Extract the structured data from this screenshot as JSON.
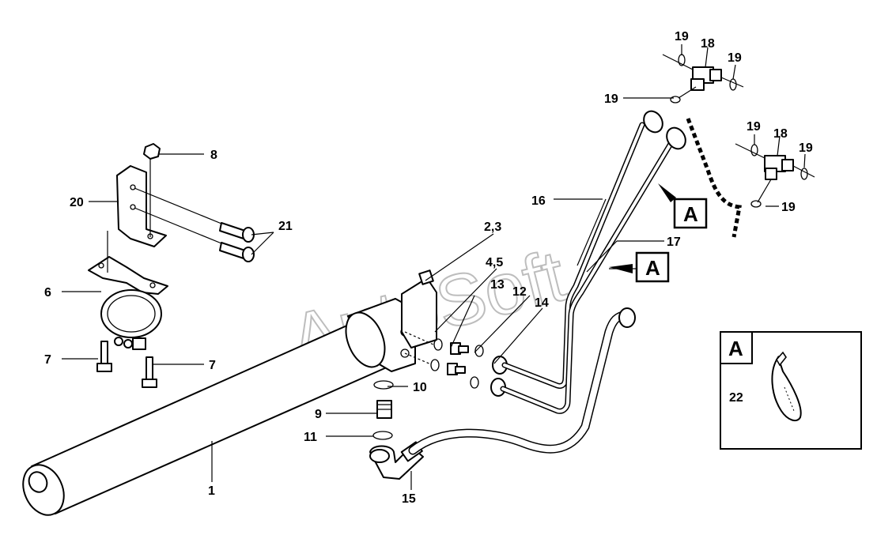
{
  "watermark": "AutoSoft",
  "callouts": {
    "c1": "1",
    "c23": "2,3",
    "c45": "4,5",
    "c6": "6",
    "c7a": "7",
    "c7b": "7",
    "c8": "8",
    "c9": "9",
    "c10": "10",
    "c11": "11",
    "c12": "12",
    "c13": "13",
    "c14": "14",
    "c15": "15",
    "c16": "16",
    "c17": "17",
    "c18a": "18",
    "c18b": "18",
    "c19a": "19",
    "c19b": "19",
    "c19c": "19",
    "c19d": "19",
    "c19e": "19",
    "c19f": "19",
    "c20": "20",
    "c21": "21",
    "c22": "22"
  },
  "detail_refs": {
    "ref1": "A",
    "ref2": "A"
  },
  "detail_box": {
    "title": "A",
    "part": "22"
  }
}
